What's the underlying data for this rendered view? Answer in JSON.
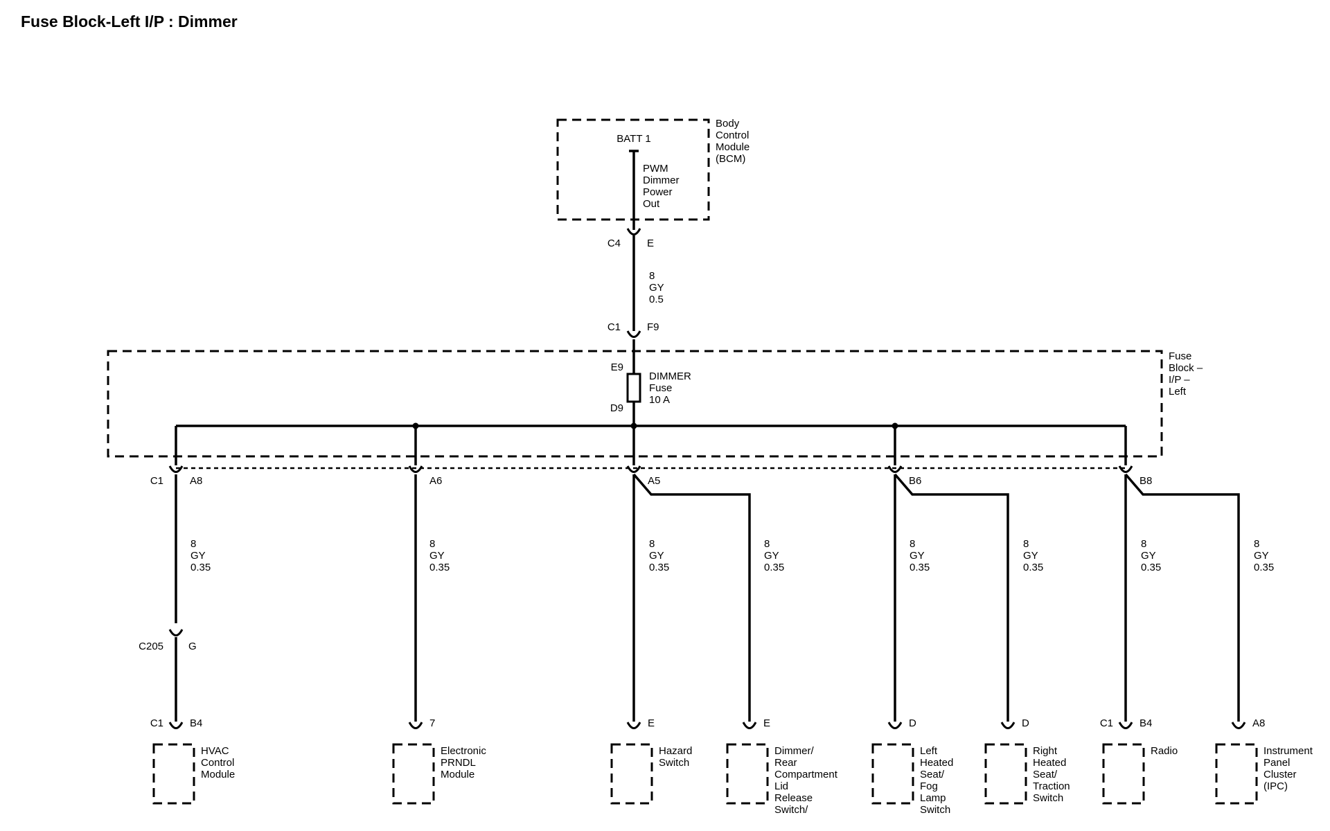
{
  "title": "Fuse Block-Left I/P : Dimmer",
  "bcm": {
    "name": [
      "Body",
      "Control",
      "Module",
      "(BCM)"
    ],
    "batt_label": "BATT 1",
    "signal": [
      "PWM",
      "Dimmer",
      "Power",
      "Out"
    ],
    "connector": "C4",
    "pin": "E"
  },
  "feed_wire": {
    "circuit": "8",
    "color": "GY",
    "size": "0.5"
  },
  "fuse_block": {
    "name": [
      "Fuse",
      "Block –",
      "I/P –",
      "Left"
    ],
    "input_connector": "C1",
    "input_pin": "F9",
    "fuse_in": "E9",
    "fuse_out": "D9",
    "fuse_label": [
      "DIMMER",
      "Fuse",
      "10 A"
    ]
  },
  "outputs": [
    {
      "connector": "C1",
      "pin": "A8"
    },
    {
      "connector": "",
      "pin": "A6"
    },
    {
      "connector": "",
      "pin": "A5"
    },
    {
      "connector": "",
      "pin": "B6"
    },
    {
      "connector": "",
      "pin": "B8"
    }
  ],
  "branch_wires": [
    {
      "circuit": "8",
      "color": "GY",
      "size": "0.35"
    },
    {
      "circuit": "8",
      "color": "GY",
      "size": "0.35"
    },
    {
      "circuit": "8",
      "color": "GY",
      "size": "0.35"
    },
    {
      "circuit": "8",
      "color": "GY",
      "size": "0.35"
    },
    {
      "circuit": "8",
      "color": "GY",
      "size": "0.35"
    },
    {
      "circuit": "8",
      "color": "GY",
      "size": "0.35"
    },
    {
      "circuit": "8",
      "color": "GY",
      "size": "0.35"
    },
    {
      "circuit": "8",
      "color": "GY",
      "size": "0.35"
    }
  ],
  "inline_connector": {
    "connector": "C205",
    "pin": "G"
  },
  "components": [
    {
      "connector": "C1",
      "pin": "B4",
      "name": [
        "HVAC",
        "Control",
        "Module"
      ]
    },
    {
      "connector": "",
      "pin": "7",
      "name": [
        "Electronic",
        "PRNDL",
        "Module"
      ]
    },
    {
      "connector": "",
      "pin": "E",
      "name": [
        "Hazard",
        "Switch"
      ]
    },
    {
      "connector": "",
      "pin": "E",
      "name": [
        "Dimmer/",
        "Rear",
        "Compartment",
        "Lid",
        "Release",
        "Switch/"
      ]
    },
    {
      "connector": "",
      "pin": "D",
      "name": [
        "Left",
        "Heated",
        "Seat/",
        "Fog",
        "Lamp",
        "Switch"
      ]
    },
    {
      "connector": "",
      "pin": "D",
      "name": [
        "Right",
        "Heated",
        "Seat/",
        "Traction",
        "Switch"
      ]
    },
    {
      "connector": "C1",
      "pin": "B4",
      "name": [
        "Radio"
      ]
    },
    {
      "connector": "",
      "pin": "A8",
      "name": [
        "Instrument",
        "Panel",
        "Cluster",
        "(IPC)"
      ]
    }
  ]
}
